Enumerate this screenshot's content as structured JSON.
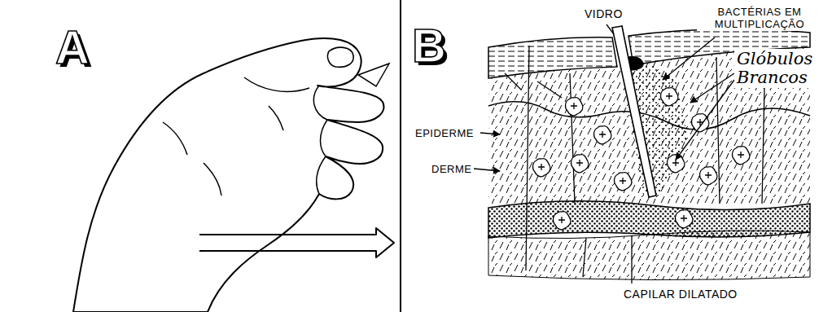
{
  "diagram": {
    "labels": [
      "A",
      "B",
      "VIDRO",
      "BACTÉRIAS EM MULTIPLICAÇÃO",
      "Glóbulos Brancos",
      "EPIDERME",
      "DERME",
      "CAPILAR DILATADO"
    ]
  }
}
